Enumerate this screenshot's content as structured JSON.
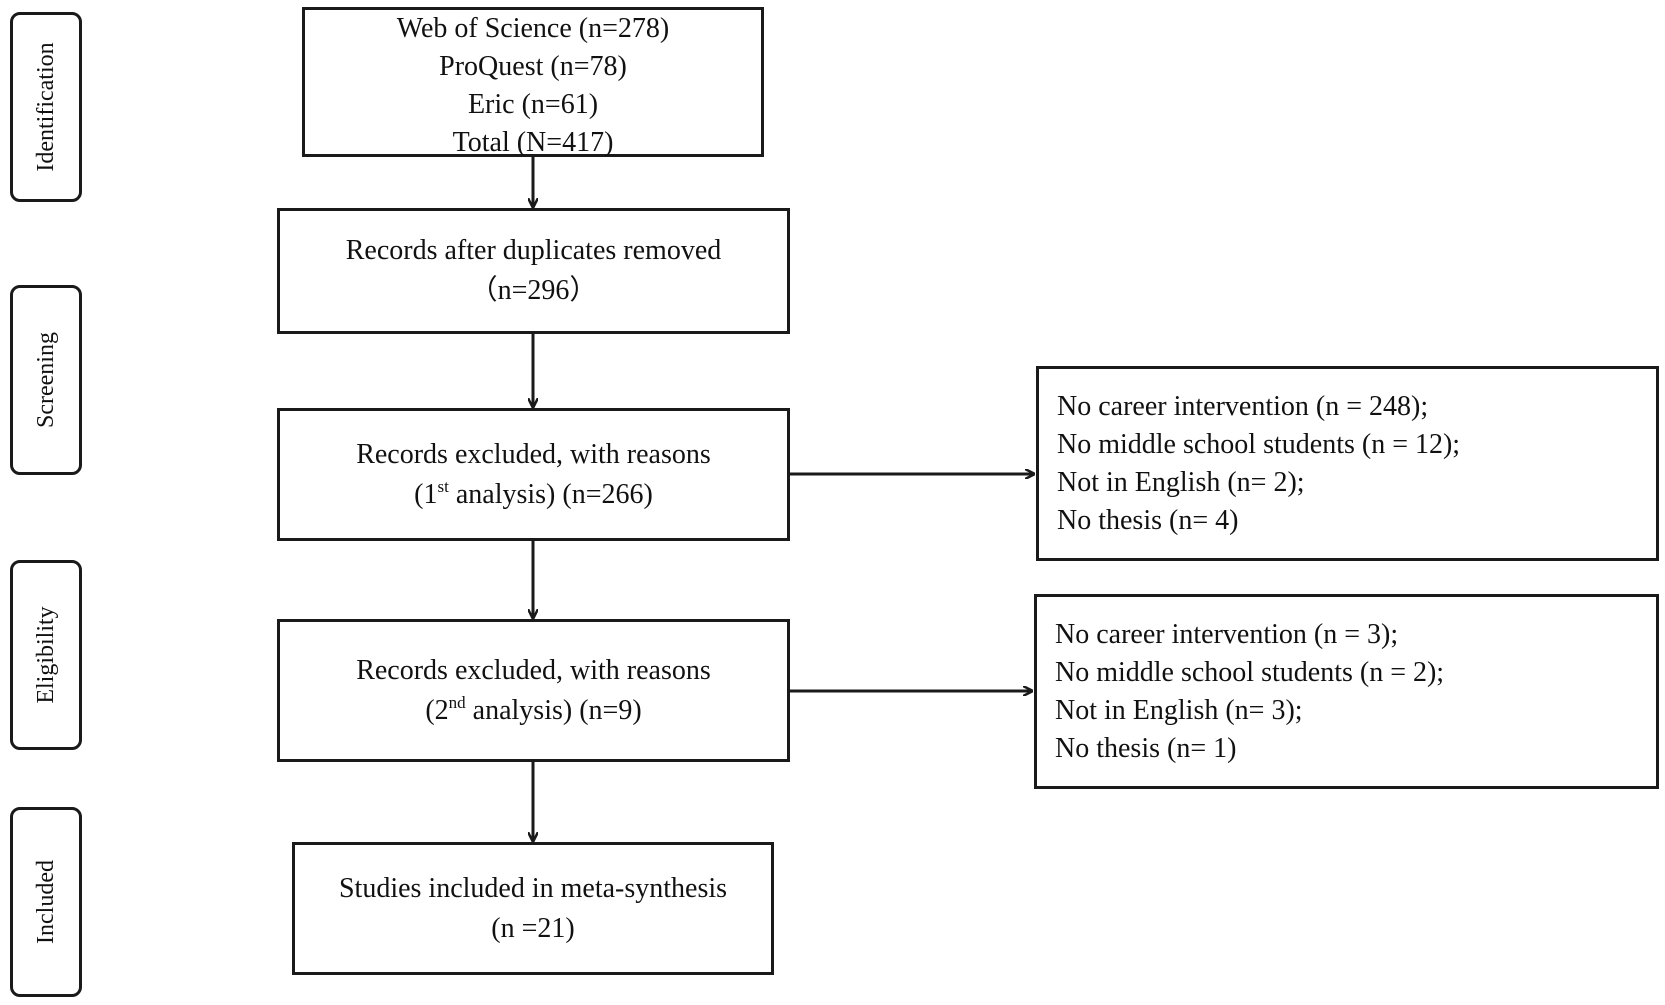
{
  "stages": [
    {
      "id": "identification",
      "label": "Identification"
    },
    {
      "id": "screening",
      "label": "Screening"
    },
    {
      "id": "eligibility",
      "label": "Eligibility"
    },
    {
      "id": "included",
      "label": "Included"
    }
  ],
  "sources": {
    "lines": [
      "Web of Science (n=278)",
      "ProQuest (n=78)",
      "Eric (n=61)",
      "Total (N=417)"
    ]
  },
  "dedup": {
    "line1": "Records after duplicates removed",
    "line2": "（n=296）"
  },
  "first_analysis": {
    "line1": "Records excluded, with reasons",
    "pre": "(1",
    "sup": "st",
    "post": " analysis) (n=266)"
  },
  "second_analysis": {
    "line1": "Records excluded, with reasons",
    "pre": "(2",
    "sup": "nd",
    "post": " analysis) (n=9)"
  },
  "included": {
    "line1": "Studies included in meta-synthesis",
    "line2": "(n =21)"
  },
  "exclusions_first": [
    "No career intervention (n = 248);",
    "No middle school students (n = 12);",
    "Not in English  (n= 2);",
    "No thesis (n= 4)"
  ],
  "exclusions_second": [
    "No career intervention (n = 3);",
    "No middle school students (n = 2);",
    "Not in English  (n= 3);",
    "No thesis (n= 1)"
  ],
  "colors": {
    "stroke": "#1a1a1a",
    "background": "#ffffff",
    "text": "#111111"
  }
}
